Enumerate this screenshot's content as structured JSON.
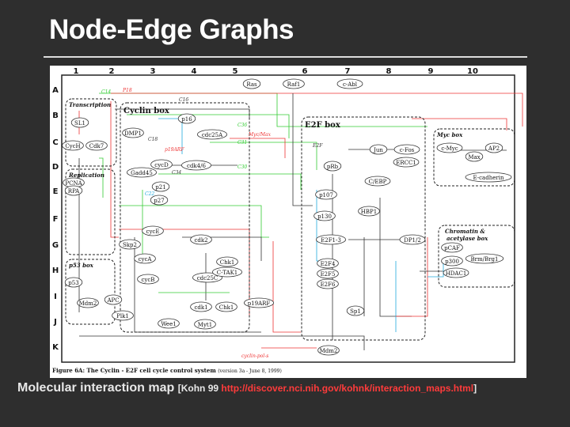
{
  "slide": {
    "title": "Node-Edge Graphs",
    "caption_main": "Molecular interaction map",
    "caption_ref_open": "[Kohn 99 ",
    "caption_url": "http://discover.nci.nih.gov/kohnk/interaction_maps.html",
    "caption_ref_close": "]"
  },
  "figure": {
    "caption": "Figure 6A:  The Cyclin - E2F cell cycle control system",
    "caption_version": "(version 3a - June 8, 1999)",
    "columns": [
      "1",
      "2",
      "3",
      "4",
      "5",
      "6",
      "7",
      "8",
      "9",
      "10"
    ],
    "rows": [
      "A",
      "B",
      "C",
      "D",
      "E",
      "F",
      "G",
      "H",
      "I",
      "J",
      "K"
    ],
    "boxes": [
      "Transcription",
      "Replication",
      "p53 box",
      "Cyclin box",
      "E2F box",
      "Myc box",
      "Chromatin & acetylase box"
    ],
    "nodes": [
      "Ras",
      "Raf1",
      "c-Abl",
      "SL1",
      "CycH",
      "Cdk7",
      "DMP1",
      "p16",
      "cdc25A",
      "cycD",
      "cdk4/6",
      "Gadd45",
      "p21",
      "p27",
      "PCNA",
      "RPA",
      "cycE",
      "Skp2",
      "cdk2",
      "cycA",
      "cycB",
      "cdc25C",
      "Chk1",
      "C-TAK1",
      "APC",
      "Plk1",
      "Wee1",
      "Myt1",
      "cdk1",
      "Chk1",
      "pRb",
      "Jun",
      "c-Fos",
      "ERCC1",
      "C/EBP",
      "HBP1",
      "p107",
      "p130",
      "E2F1-3",
      "DP1/2",
      "E2F4",
      "E2F5",
      "E2F6",
      "Sp1",
      "c-Myc",
      "Max",
      "AP2",
      "E-cadherin",
      "pCAF",
      "p300",
      "HDAC1",
      "Brm/Brg1",
      "p53",
      "Mdm2",
      "Mdm2",
      "p19ARF"
    ],
    "edge_labels": [
      "P18",
      "C14",
      "C16",
      "C18",
      "C22",
      "C34",
      "C36",
      "C31",
      "C30",
      "p19ARF",
      "Myc/Max",
      "E2F",
      "cyclin-pol-s"
    ],
    "colors": {
      "black": "#333333",
      "green": "#33cc33",
      "red": "#ee3333",
      "cyan": "#22aadd"
    }
  }
}
